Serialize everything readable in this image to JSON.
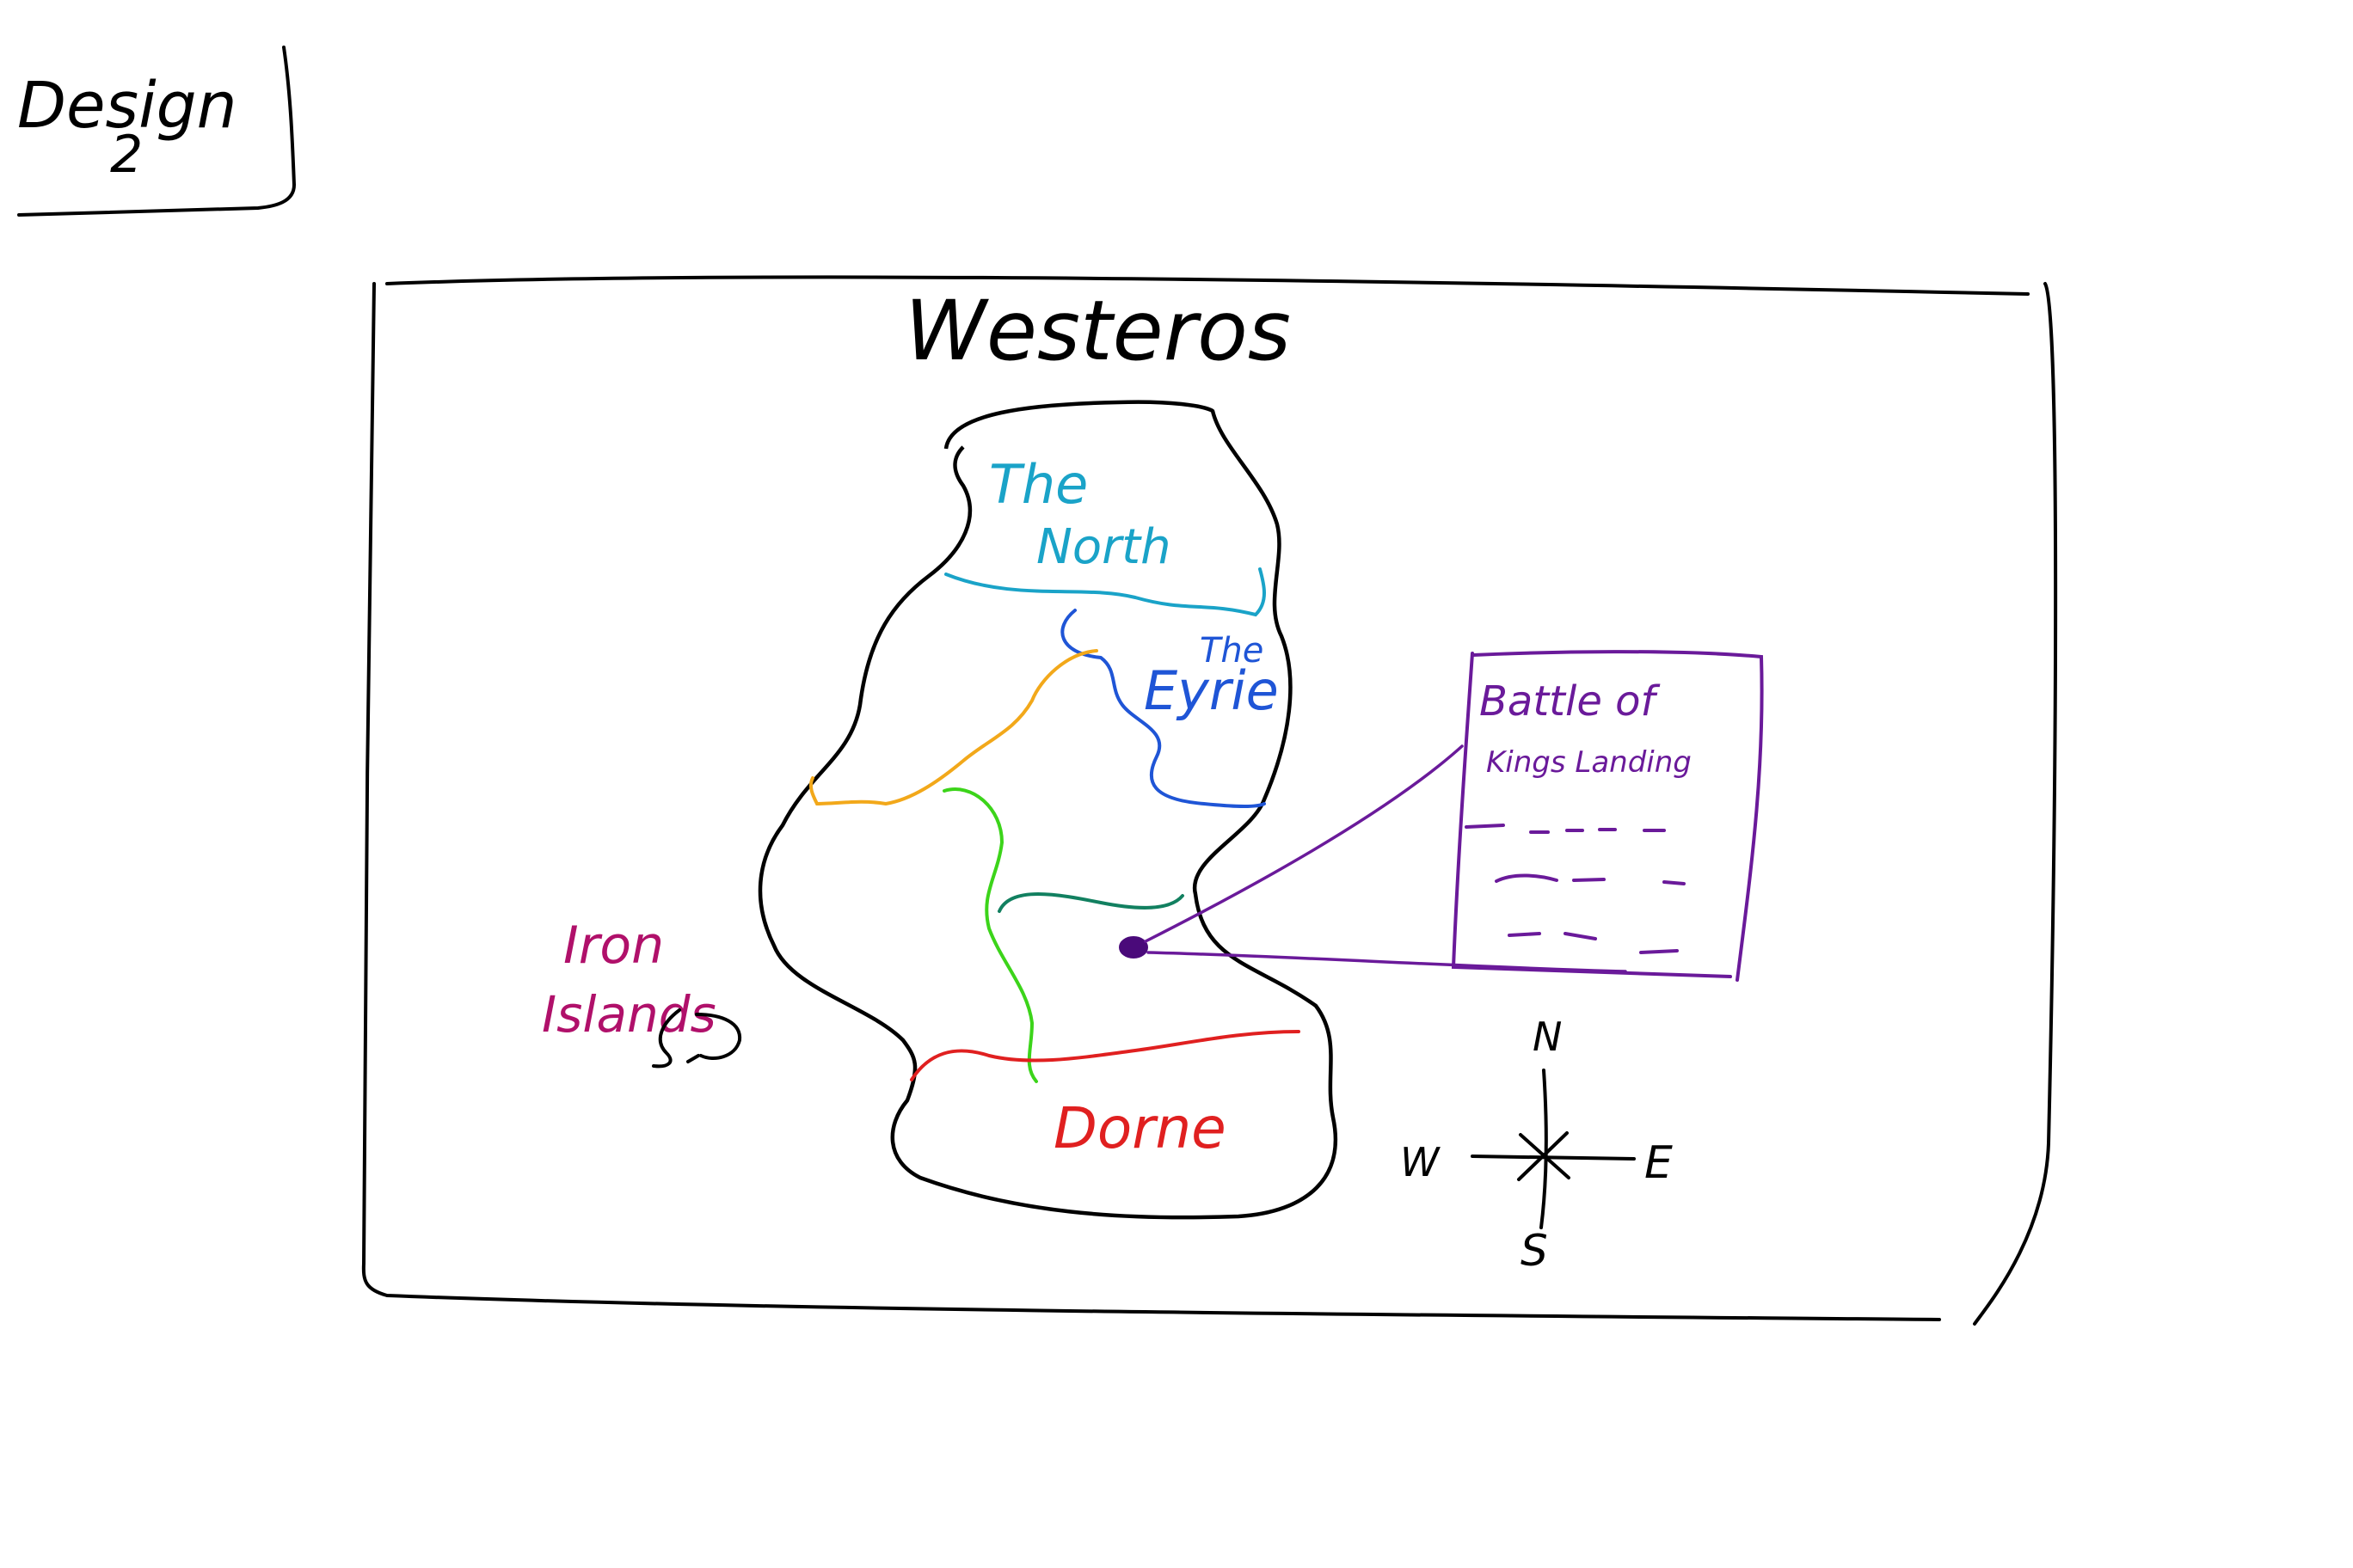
{
  "design_label": {
    "line1": "Design",
    "line2": "2"
  },
  "map": {
    "title": "Westeros",
    "regions": [
      {
        "id": "the-north",
        "line1": "The",
        "line2": "North",
        "color": "#1aa3c8"
      },
      {
        "id": "the-eyrie",
        "line1": "The",
        "line2": "Eyrie",
        "color": "#1f55d6"
      },
      {
        "id": "dorne",
        "line1": "Dorne",
        "color": "#e02020"
      },
      {
        "id": "iron-islands",
        "line1": "Iron",
        "line2": "Islands",
        "color": "#b0106a"
      }
    ],
    "border_colors": {
      "north": "#1aa3c8",
      "eyrie": "#1f55d6",
      "orange": "#f2a81a",
      "lime": "#3cd41a",
      "teal": "#128060",
      "dorne": "#e02020"
    },
    "callout": {
      "title_line1": "Battle of",
      "title_line2": "Kings Landing",
      "color": "#6a1a9a"
    },
    "compass": {
      "n": "N",
      "s": "S",
      "e": "E",
      "w": "W"
    }
  }
}
